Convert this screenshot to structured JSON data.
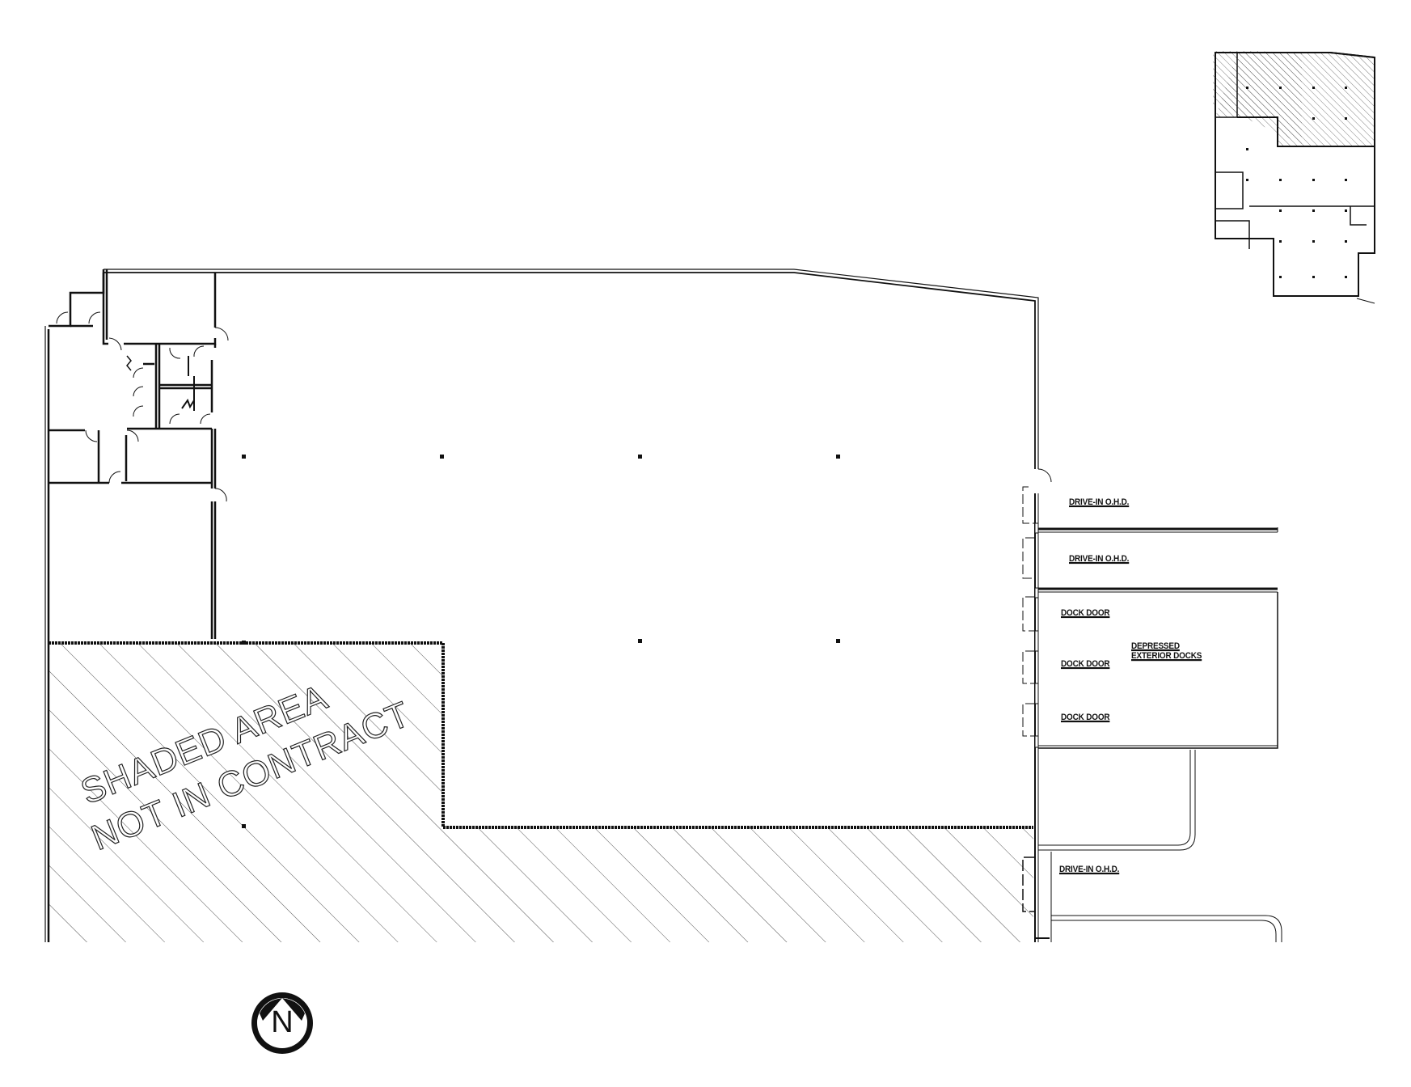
{
  "drawing": {
    "type": "warehouse floor plan",
    "labels": {
      "drive_in_1": "DRIVE-IN O.H.D.",
      "drive_in_2": "DRIVE-IN O.H.D.",
      "dock_door_1": "DOCK DOOR",
      "dock_door_2": "DOCK DOOR",
      "dock_door_3": "DOCK DOOR",
      "depressed_line1": "DEPRESSED",
      "depressed_line2": "EXTERIOR DOCKS",
      "drive_in_3": "DRIVE-IN O.H.D."
    },
    "shaded_note": {
      "line1": "SHADED AREA",
      "line2": "NOT IN CONTRACT"
    },
    "north_arrow": {
      "letter": "N",
      "icon": "north-arrow-icon"
    },
    "key_plan": {
      "icon": "key-plan-thumbnail"
    },
    "colors": {
      "line": "#111111",
      "hatch": "#555555",
      "background": "#ffffff"
    }
  }
}
